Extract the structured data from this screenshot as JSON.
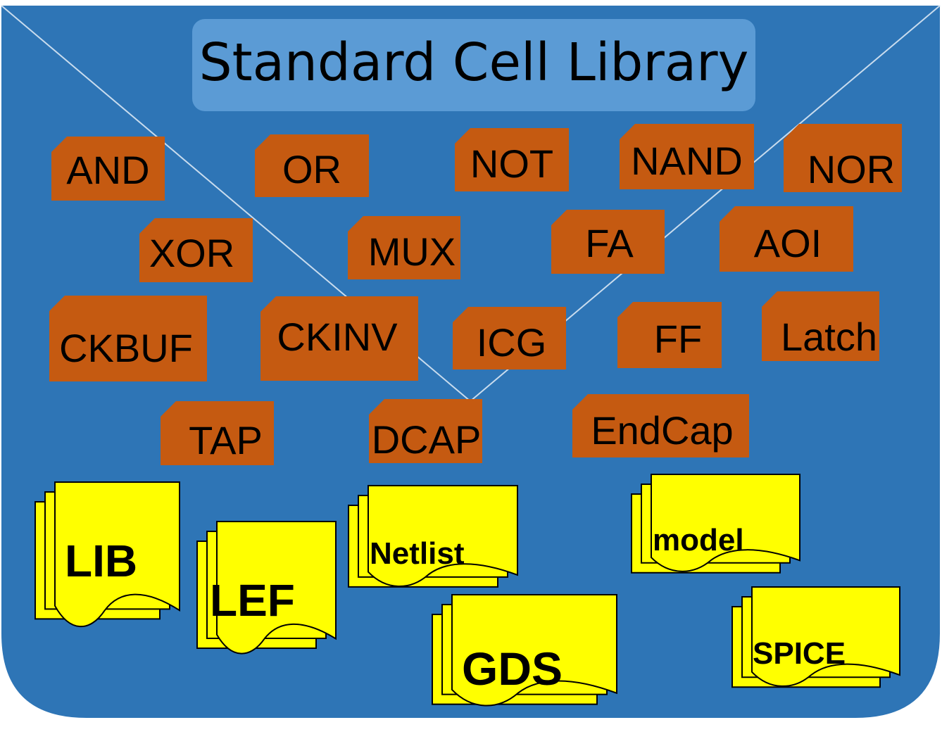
{
  "colors": {
    "library_bg": "#2e75b6",
    "library_edge": "#ffffff",
    "title_bg": "#5b9bd5",
    "cell_bg": "#c55a11",
    "doc_bg": "#ffff00",
    "outline": "#000000"
  },
  "title": "Standard Cell Library",
  "cells": [
    {
      "id": "and",
      "label": "AND"
    },
    {
      "id": "or",
      "label": "OR"
    },
    {
      "id": "not",
      "label": "NOT"
    },
    {
      "id": "nand",
      "label": "NAND"
    },
    {
      "id": "nor",
      "label": "NOR"
    },
    {
      "id": "xor",
      "label": "XOR"
    },
    {
      "id": "mux",
      "label": "MUX"
    },
    {
      "id": "fa",
      "label": "FA"
    },
    {
      "id": "aoi",
      "label": "AOI"
    },
    {
      "id": "ckbuf",
      "label": "CKBUF"
    },
    {
      "id": "ckinv",
      "label": "CKINV"
    },
    {
      "id": "icg",
      "label": "ICG"
    },
    {
      "id": "ff",
      "label": "FF"
    },
    {
      "id": "latch",
      "label": "Latch"
    },
    {
      "id": "tap",
      "label": "TAP"
    },
    {
      "id": "dcap",
      "label": "DCAP"
    },
    {
      "id": "endcap",
      "label": "EndCap"
    }
  ],
  "documents": [
    {
      "id": "lib",
      "label": "LIB"
    },
    {
      "id": "lef",
      "label": "LEF"
    },
    {
      "id": "netlist",
      "label": "Netlist"
    },
    {
      "id": "gds",
      "label": "GDS"
    },
    {
      "id": "model",
      "label": "model"
    },
    {
      "id": "spice",
      "label": "SPICE"
    }
  ]
}
